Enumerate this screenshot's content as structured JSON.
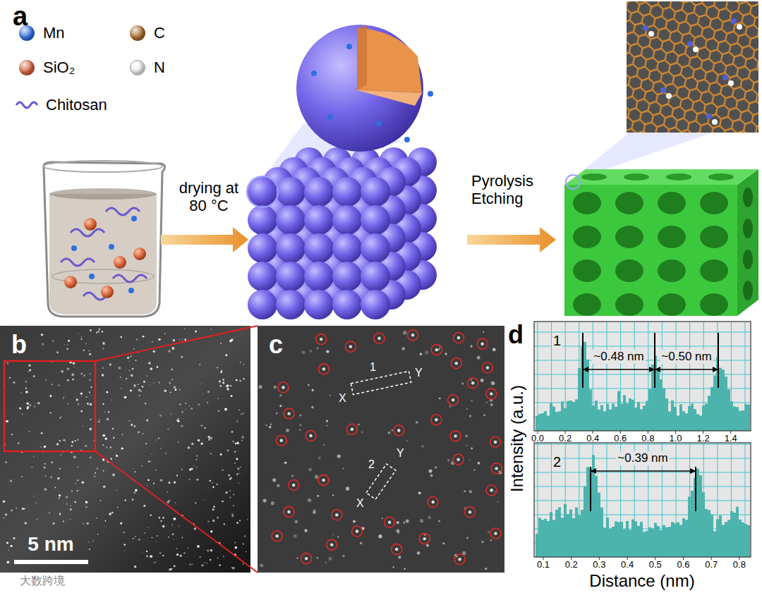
{
  "diagram": {
    "labels": [
      "a",
      "drying at 80 °C",
      "Pyrolysis Etching",
      "b",
      "5 nm",
      "c",
      "X",
      "Y",
      "1",
      "X",
      "Y",
      "2",
      "d",
      "1",
      "~0.48 nm",
      "~0.50 nm",
      "0.0",
      "0.2",
      "0.4",
      "0.6",
      "0.8",
      "1.0",
      "1.2",
      "1.4",
      "2",
      "~0.39 nm",
      "0.1",
      "0.2",
      "0.3",
      "0.4",
      "0.5",
      "0.6",
      "0.7",
      "0.8",
      "Intensity (a.u.)",
      "Distance (nm)",
      "大数跨境"
    ],
    "legend": [
      {
        "text": "Mn",
        "color": "#2f6fe0"
      },
      {
        "text": "C",
        "color": "#a86a2c"
      },
      {
        "text": "SiO₂",
        "color": "#d4623c"
      },
      {
        "text": "N",
        "color": "#f2f2f2"
      },
      {
        "text": "Chitosan"
      }
    ]
  }
}
